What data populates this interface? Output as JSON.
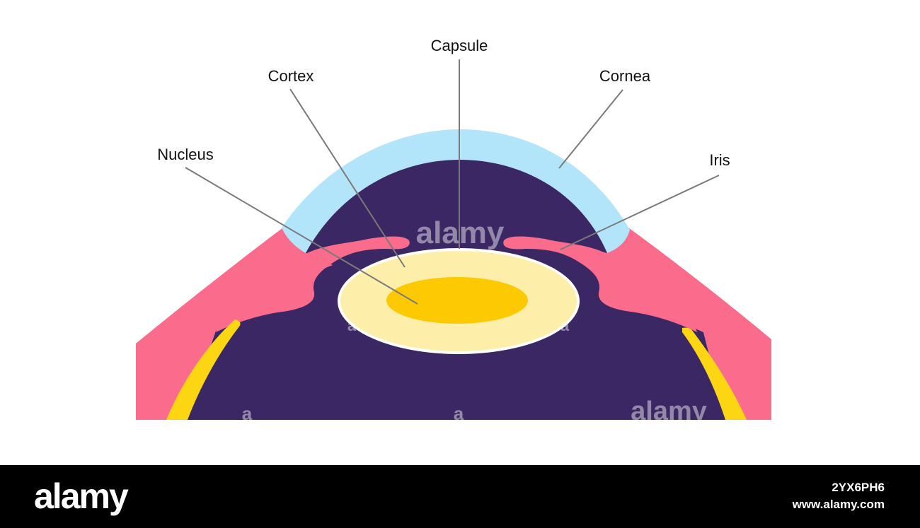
{
  "labels": {
    "capsule": "Capsule",
    "cortex": "Cortex",
    "cornea": "Cornea",
    "nucleus": "Nucleus",
    "iris": "Iris"
  },
  "watermark": {
    "text": "alamy",
    "glyph": "a"
  },
  "footer": {
    "brand": "alamy",
    "image_id": "2YX6PH6",
    "site": "www.alamy.com"
  },
  "colors": {
    "cornea": "#b3e5fa",
    "chamber": "#3b2763",
    "iris_sclera": "#fb6b8b",
    "lens_cortex": "#fdeeaa",
    "lens_nucleus": "#fdc902",
    "ciliary": "#fcd613",
    "footer_bg": "#000000"
  }
}
